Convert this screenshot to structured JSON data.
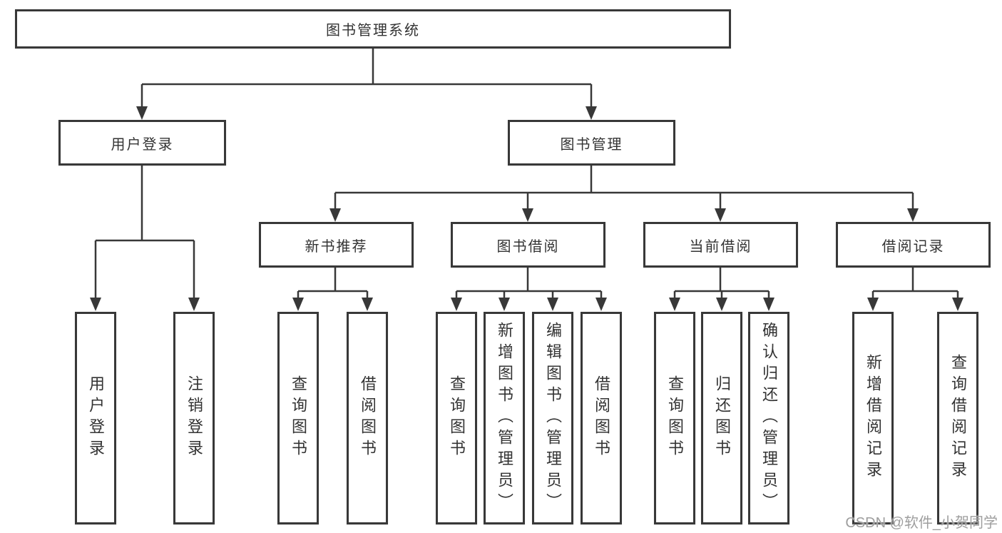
{
  "tree": {
    "root": {
      "label": "图书管理系统"
    },
    "branches": [
      {
        "label": "用户登录",
        "leaves": [
          {
            "label": "用户登录"
          },
          {
            "label": "注销登录"
          }
        ]
      },
      {
        "label": "图书管理",
        "sections": [
          {
            "label": "新书推荐",
            "leaves": [
              {
                "label": "查询图书"
              },
              {
                "label": "借阅图书"
              }
            ]
          },
          {
            "label": "图书借阅",
            "leaves": [
              {
                "label": "查询图书"
              },
              {
                "label": "新增图书（管理员）"
              },
              {
                "label": "编辑图书（管理员）"
              },
              {
                "label": "借阅图书"
              }
            ]
          },
          {
            "label": "当前借阅",
            "leaves": [
              {
                "label": "查询图书"
              },
              {
                "label": "归还图书"
              },
              {
                "label": "确认归还（管理员）"
              }
            ]
          },
          {
            "label": "借阅记录",
            "leaves": [
              {
                "label": "新增借阅记录"
              },
              {
                "label": "查询借阅记录"
              }
            ]
          }
        ]
      }
    ]
  },
  "watermark": {
    "text": "CSDN @软件_小贺同学"
  },
  "colors": {
    "line": "#383838",
    "text": "#333333",
    "background": "#ffffff",
    "watermark": "#9e9e9e"
  }
}
